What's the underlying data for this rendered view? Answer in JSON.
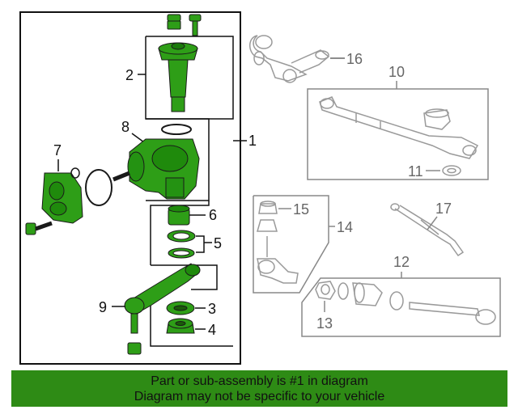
{
  "colors": {
    "highlight_part": "#2e9e17",
    "highlight_outline": "#1a1a1a",
    "other_part_outline": "#9a9a9a",
    "banner_background": "#2e8b15"
  },
  "callouts": {
    "c1": "1",
    "c2": "2",
    "c3": "3",
    "c4": "4",
    "c5": "5",
    "c6": "6",
    "c7": "7",
    "c8": "8",
    "c9": "9",
    "c10": "10",
    "c11": "11",
    "c12": "12",
    "c13": "13",
    "c14": "14",
    "c15": "15",
    "c16": "16",
    "c17": "17"
  },
  "banner": {
    "line1": "Part or sub-assembly is #1 in diagram",
    "line2": "Diagram may not be specific to your vehicle"
  }
}
